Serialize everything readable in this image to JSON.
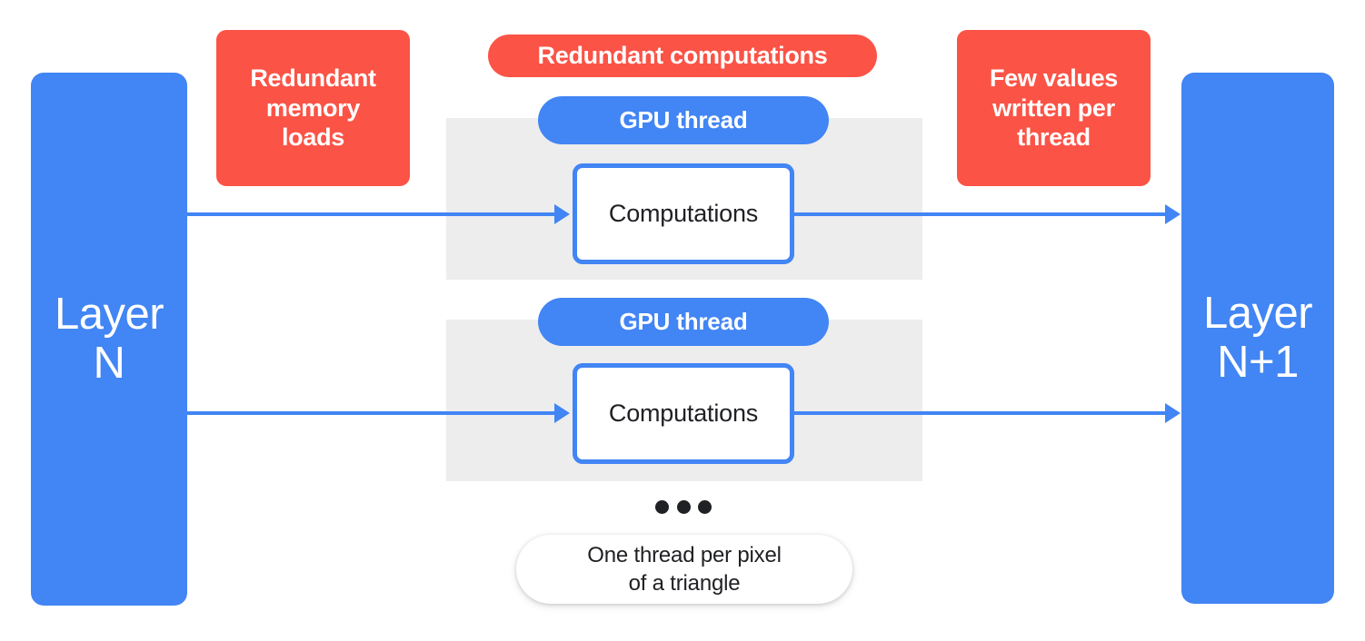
{
  "diagram": {
    "title": "GPU thread-per-pixel layer computation diagram",
    "colors": {
      "blue": "#4285F4",
      "red": "#FB5346",
      "band_gray": "#EDEDED",
      "text_dark": "#202124",
      "white": "#FFFFFF"
    }
  },
  "layers": {
    "input": {
      "label": "Layer\nN"
    },
    "output": {
      "label": "Layer\nN+1"
    }
  },
  "callouts": {
    "memory_loads": {
      "label": "Redundant\nmemory\nloads"
    },
    "redundant_computations": {
      "label": "Redundant computations"
    },
    "few_values": {
      "label": "Few values\nwritten per\nthread"
    }
  },
  "threads": [
    {
      "pill_label": "GPU thread",
      "box_label": "Computations"
    },
    {
      "pill_label": "GPU thread",
      "box_label": "Computations"
    }
  ],
  "ellipsis": {
    "dots": 3
  },
  "caption": {
    "label": "One thread per pixel\nof a triangle"
  }
}
